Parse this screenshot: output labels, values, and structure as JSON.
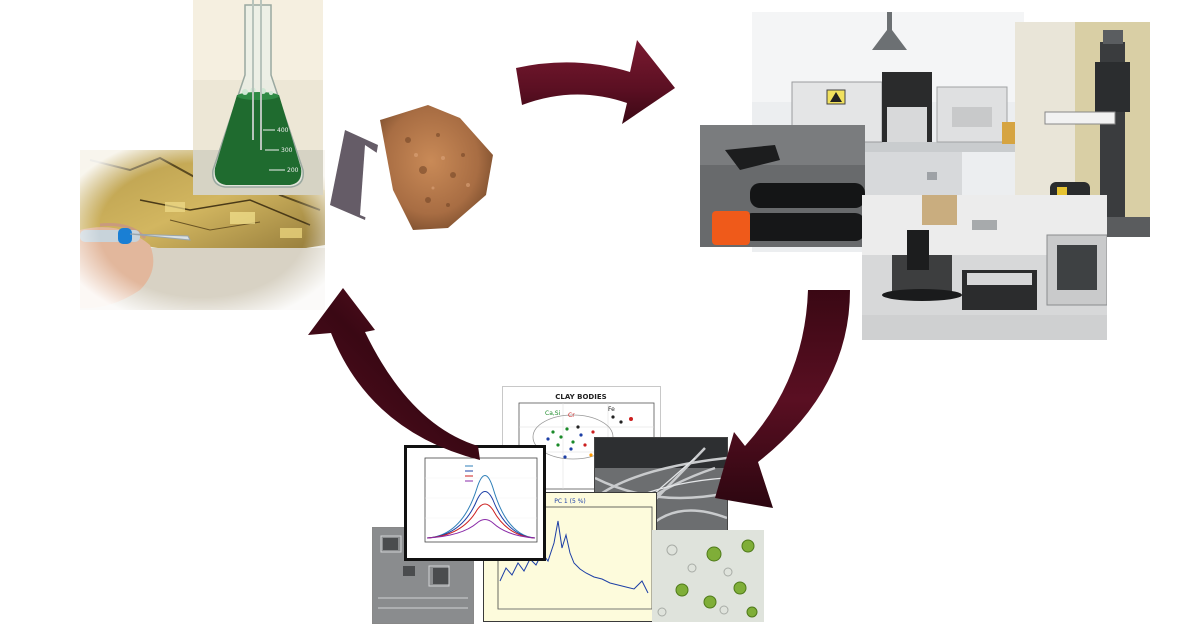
{
  "colors": {
    "arrow": "#5a0f22",
    "arrow_dark": "#3a0814",
    "plant_green": "#1f6b2f",
    "gold": "#c9a338",
    "terracotta": "#b57a4d",
    "spectrum_bg": "#fdfbdc",
    "spectrum_line": "#1d3fa6"
  },
  "diagram": {
    "arrows": [
      {
        "name": "sampling-to-analysis",
        "direction": "clockwise"
      },
      {
        "name": "analysis-to-results",
        "direction": "clockwise"
      },
      {
        "name": "results-to-sampling",
        "direction": "clockwise"
      }
    ],
    "stages": [
      "sampling",
      "instrumental-analysis",
      "data-interpretation"
    ]
  },
  "results": {
    "scatter_title": "CLAY BODIES",
    "spectrum_label": "PC 1 (5 %)"
  }
}
